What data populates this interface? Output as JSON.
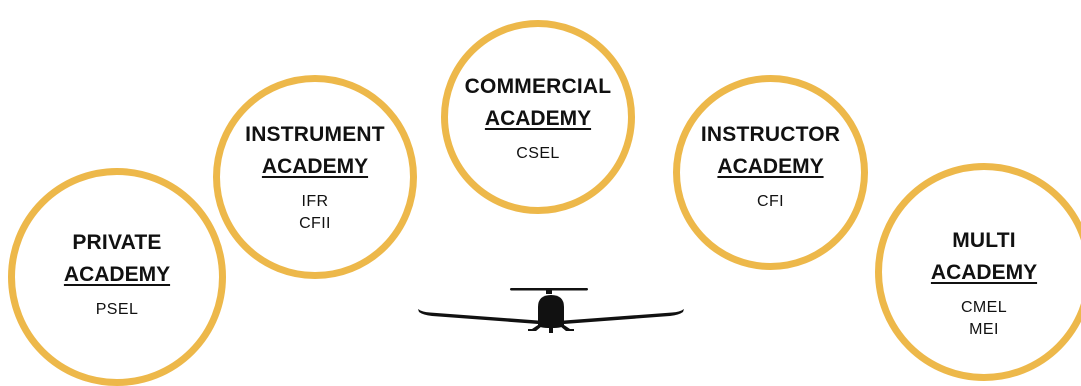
{
  "academies": [
    {
      "title": "PRIVATE",
      "subtitle": "ACADEMY",
      "certs": [
        "PSEL"
      ]
    },
    {
      "title": "INSTRUMENT",
      "subtitle": "ACADEMY",
      "certs": [
        "IFR",
        "CFII"
      ]
    },
    {
      "title": "COMMERCIAL",
      "subtitle": "ACADEMY",
      "certs": [
        "CSEL"
      ]
    },
    {
      "title": "INSTRUCTOR",
      "subtitle": "ACADEMY",
      "certs": [
        "CFI"
      ]
    },
    {
      "title": "MULTI",
      "subtitle": "ACADEMY",
      "certs": [
        "CMEL",
        "MEI"
      ]
    }
  ],
  "colors": {
    "ring": "#EDB84A",
    "text": "#111111",
    "plane": "#111111"
  },
  "icons": {
    "plane": "airplane-silhouette-icon"
  }
}
